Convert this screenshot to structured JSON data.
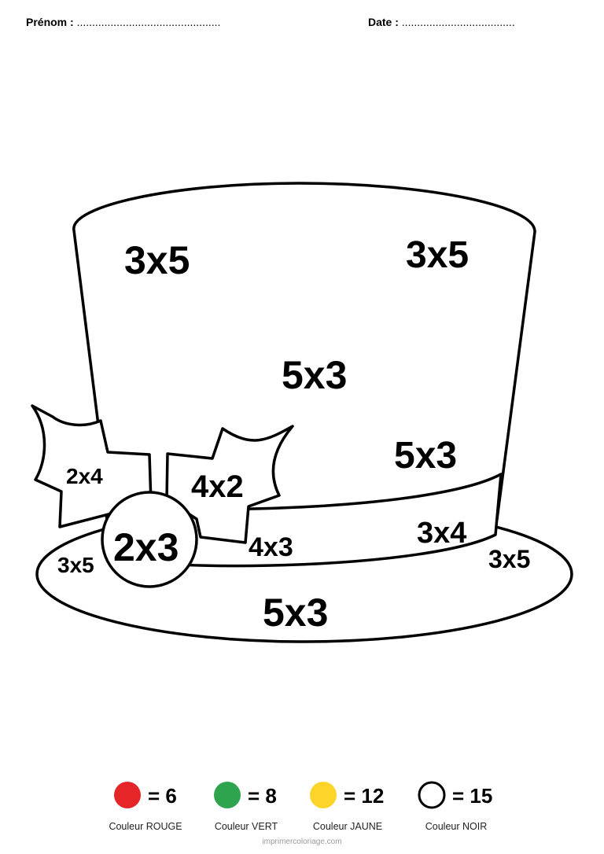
{
  "header": {
    "name_label": "Prénom :",
    "name_dots": "...............................................",
    "date_label": "Date :",
    "date_dots": "....................................."
  },
  "hat": {
    "crown": [
      "3x5",
      "3x5",
      "5x3",
      "5x3"
    ],
    "left_leaf": "2x4",
    "right_leaf": "4x2",
    "button": "2x3",
    "band": [
      "4x3",
      "3x4"
    ],
    "brim": [
      "3x5",
      "3x5",
      "5x3"
    ]
  },
  "legend": [
    {
      "value": "= 6",
      "caption": "Couleur ROUGE",
      "color": "#e52528"
    },
    {
      "value": "= 8",
      "caption": "Couleur VERT",
      "color": "#2ea44f"
    },
    {
      "value": "= 12",
      "caption": "Couleur JAUNE",
      "color": "#fdd42a"
    },
    {
      "value": "= 15",
      "caption": "Couleur NOIR",
      "color": "#ffffff"
    }
  ],
  "credit": "imprimercoloriage.com"
}
